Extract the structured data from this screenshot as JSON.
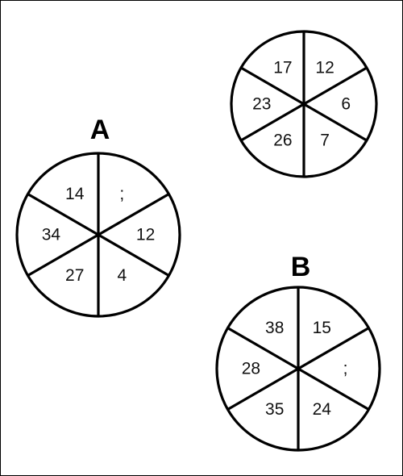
{
  "wheels": {
    "example": {
      "label": "",
      "segments": [
        "12",
        "6",
        "7",
        "26",
        "23",
        "17"
      ]
    },
    "a": {
      "label": "A",
      "segments": [
        ";",
        "12",
        "4",
        "27",
        "34",
        "14"
      ]
    },
    "b": {
      "label": "B",
      "segments": [
        "15",
        ";",
        "24",
        "35",
        "28",
        "38"
      ]
    }
  },
  "colors": {
    "ink": "#000000",
    "background": "#ffffff"
  }
}
